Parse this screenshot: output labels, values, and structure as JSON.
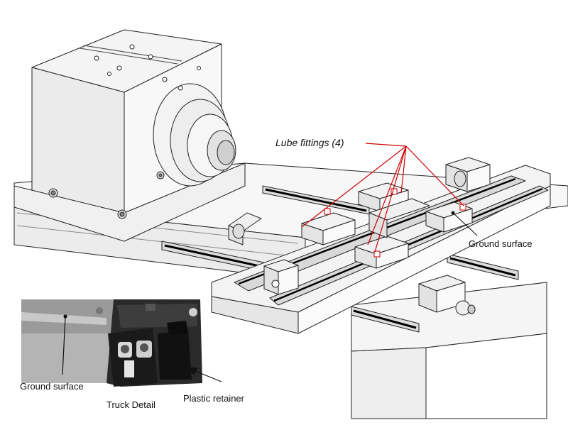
{
  "labels": {
    "lube_fittings": "Lube fittings (4)",
    "ground_surface_main": "Ground surface",
    "ground_surface_detail": "Ground surface",
    "truck_detail": "Truck Detail",
    "plastic_retainer": "Plastic retainer"
  },
  "colors": {
    "line": "#222222",
    "callout": "#cc0000",
    "face_light": "#f7f7f7",
    "face_mid": "#e6e6e6",
    "face_dark": "#cfcfcf",
    "rail_dark": "#3a3a3a",
    "photo_dark": "#1e1e1e",
    "photo_grey": "#9a9a9a",
    "photo_light": "#c8c8c8"
  },
  "icons": [
    "lube-fitting-icon",
    "bolt-hole-icon",
    "arrow-head-icon"
  ]
}
